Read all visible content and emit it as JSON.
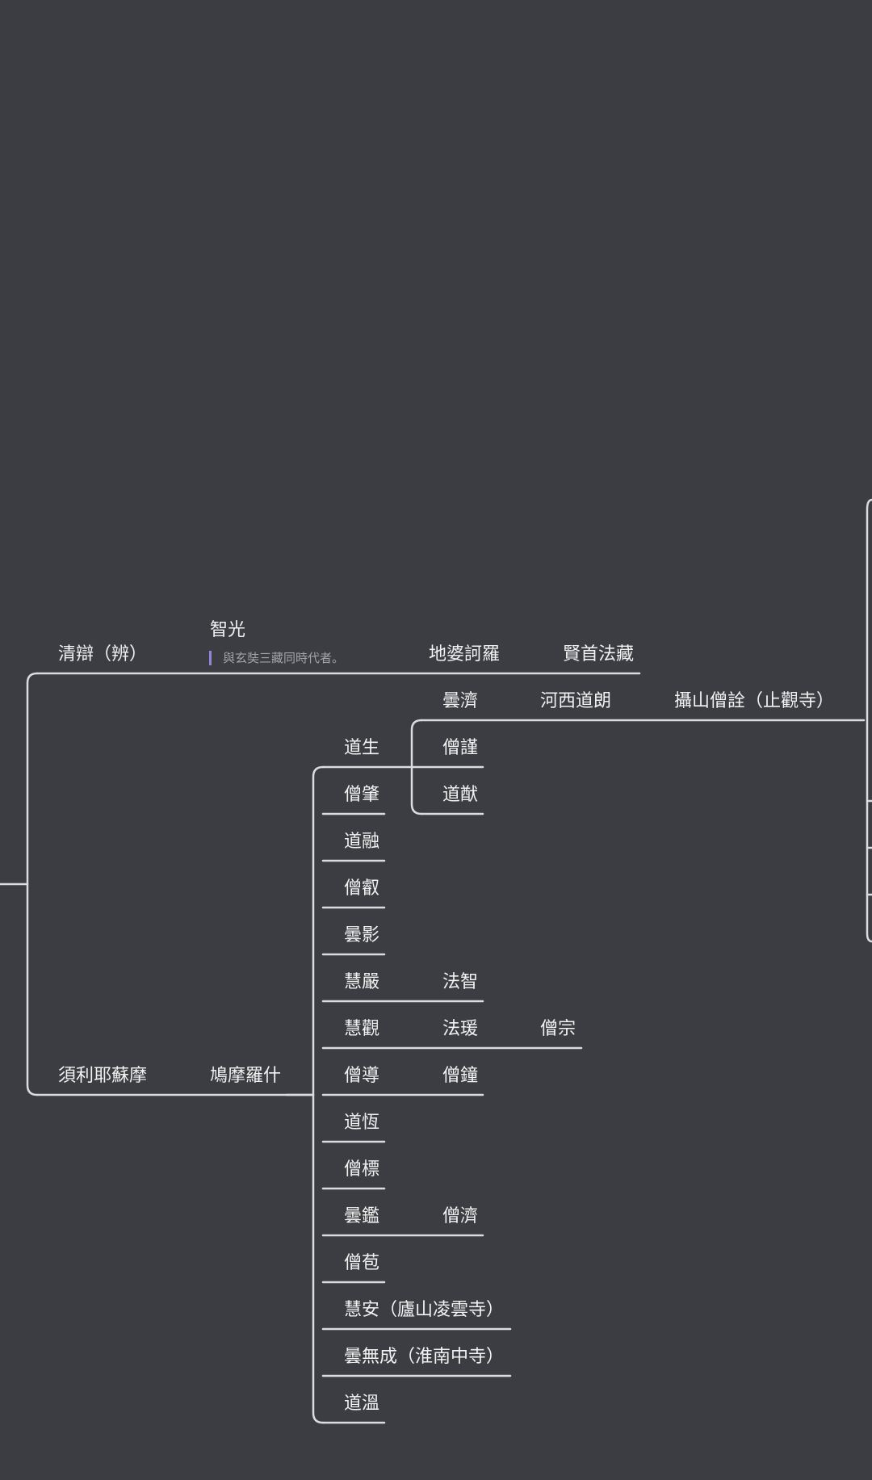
{
  "nodes": {
    "qingbian": "清辯（辨）",
    "zhiguang": "智光",
    "zhiguang_note": "與玄奘三藏同時代者。",
    "dipoheluo": "地婆訶羅",
    "xianshou": "賢首法藏",
    "tanji": "曇濟",
    "hexi": "河西道朗",
    "sheshan": "攝山僧詮（止觀寺）",
    "daosheng": "道生",
    "sengjin": "僧謹",
    "sengzhao": "僧肇",
    "daoyou": "道猷",
    "daorong": "道融",
    "sengrui": "僧叡",
    "tanying": "曇影",
    "huiyan": "慧嚴",
    "fazhi": "法智",
    "huiguan": "慧觀",
    "fayuan": "法瑗",
    "sengzong": "僧宗",
    "xuliye": "須利耶蘇摩",
    "jiumo": "鳩摩羅什",
    "sengdao": "僧導",
    "sengzhong": "僧鐘",
    "daoheng": "道恆",
    "sengbiao": "僧標",
    "tanjian": "曇鑑",
    "sengji2": "僧濟",
    "sengbao": "僧苞",
    "huian": "慧安（廬山凌雲寺）",
    "tanwucheng": "曇無成（淮南中寺）",
    "daowen": "道溫"
  },
  "colors": {
    "background": "#3c3d42",
    "line": "#dcdcdf",
    "text": "#f2f2f2",
    "note_text": "#a3a3a8",
    "note_bar": "#8f86d8"
  }
}
